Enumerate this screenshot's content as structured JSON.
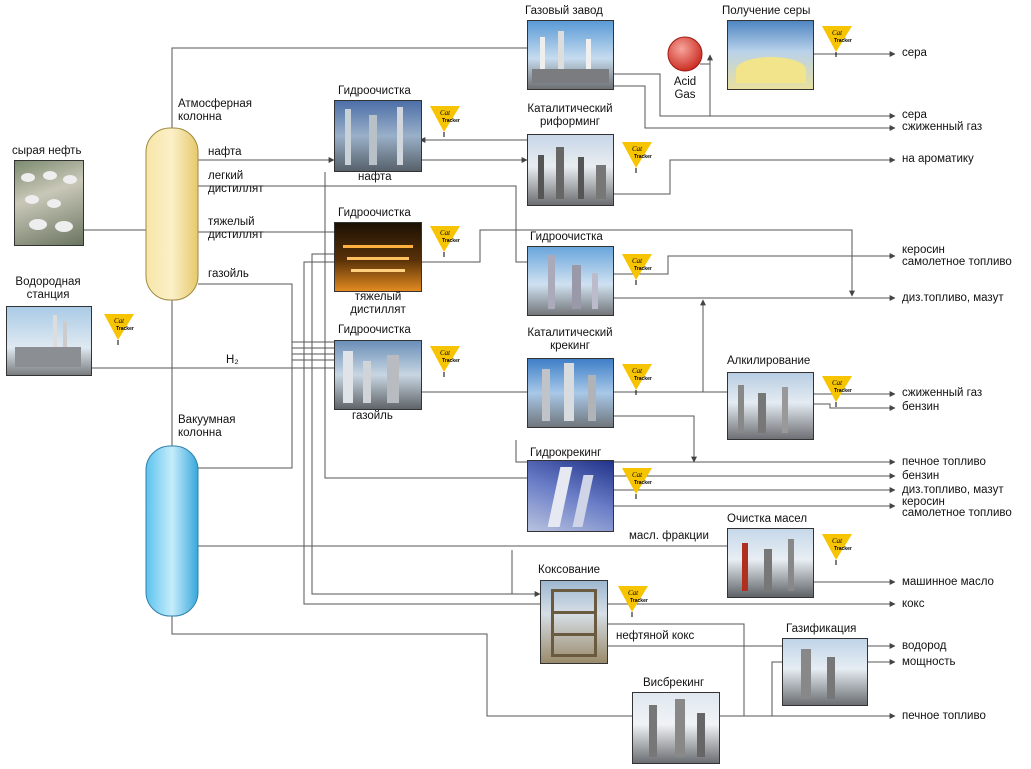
{
  "sources": {
    "crude": "сырая нефть",
    "hydrogen_station": "Водородная станция",
    "h2": "H₂"
  },
  "columns": {
    "atmospheric": "Атмосферная колонна",
    "vacuum": "Вакуумная колонна"
  },
  "streams": {
    "naphtha": "нафта",
    "light_distillate": "легкий дистиллят",
    "heavy_distillate": "тяжелый дистиллят",
    "gasoil": "газойль",
    "naphtha_out": "нафта",
    "heavy_distillate_out": "тяжелый дистиллят",
    "gasoil_out": "газойль",
    "oil_fractions": "масл. фракции",
    "petroleum_coke": "нефтяной кокс",
    "acid_gas": "Acid Gas"
  },
  "units": {
    "gas_plant": "Газовый завод",
    "sulfur_recovery": "Получение серы",
    "hydrotreating_1": "Гидроочистка",
    "catalytic_reforming": "Каталитический риформинг",
    "hydrotreating_2": "Гидроочистка",
    "hydrotreating_3": "Гидроочистка",
    "hydrotreating_4": "Гидроочистка",
    "catalytic_cracking": "Каталитический крекинг",
    "alkylation": "Алкилирование",
    "hydrocracking": "Гидрокрекинг",
    "oil_purification": "Очистка масел",
    "coking": "Коксование",
    "gasification": "Газификация",
    "visbreaking": "Висбрекинг"
  },
  "products": {
    "sulfur_1": "сера",
    "sulfur_2": "сера",
    "lpg_1": "сжиженный газ",
    "to_aromatics": "на ароматику",
    "kerosene_1": "керосин",
    "jet_fuel_1": "самолетное топливо",
    "diesel_fuel_oil_1": "диз.топливо, мазут",
    "lpg_2": "сжиженный газ",
    "gasoline_1": "бензин",
    "heating_oil_1": "печное топливо",
    "gasoline_2": "бензин",
    "diesel_fuel_oil_2": "диз.топливо, мазут",
    "kerosene_2": "керосин",
    "jet_fuel_2": "самолетное топливо",
    "motor_oil": "машинное масло",
    "coke": "кокс",
    "hydrogen": "водород",
    "power": "мощность",
    "heating_oil_2": "печное топливо"
  },
  "logo": {
    "text_1": "Cat",
    "text_2": "Tracker"
  },
  "colors": {
    "line": "#555555",
    "atmospheric_column": "#f4dc8c",
    "vacuum_column": "#7fd0f0",
    "acid_gas": "#e0392c",
    "tracker": "#f6c400"
  }
}
